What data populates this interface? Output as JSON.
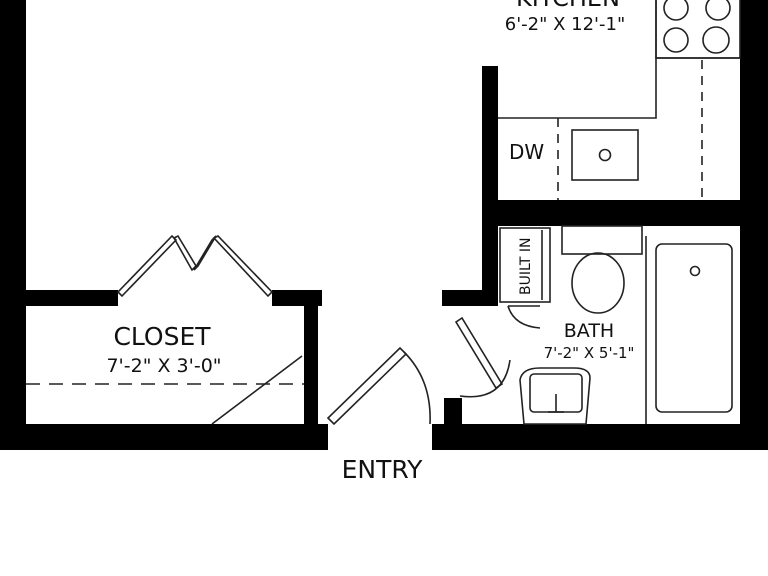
{
  "rooms": {
    "kitchen": {
      "name": "KITCHEN",
      "size": "6'-2\" X 12'-1\""
    },
    "closet": {
      "name": "CLOSET",
      "size": "7'-2\" X 3'-0\""
    },
    "bath": {
      "name": "BATH",
      "size": "7'-2\" X 5'-1\""
    }
  },
  "fixtures": {
    "dishwasher": "DW",
    "built_in": "BUILT IN"
  },
  "entry": {
    "label": "ENTRY"
  },
  "colors": {
    "wall": "#000000",
    "line": "#222222",
    "background": "#ffffff"
  }
}
